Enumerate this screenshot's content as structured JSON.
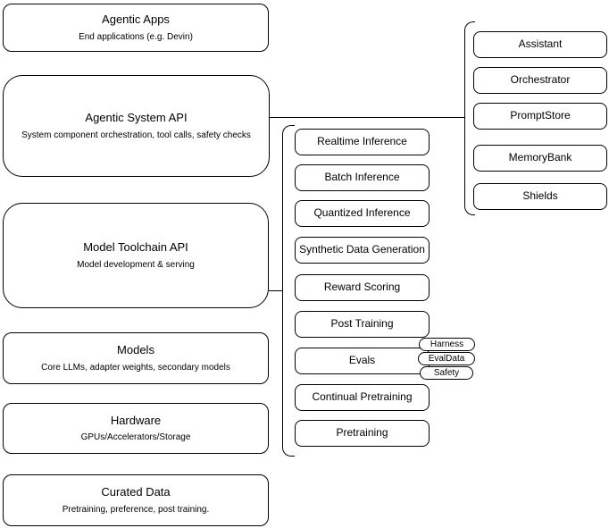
{
  "diagram": {
    "layers": [
      {
        "title": "Agentic Apps",
        "subtitle": "End applications (e.g. Devin)"
      },
      {
        "title": "Agentic System API",
        "subtitle": "System component orchestration, tool calls, safety checks"
      },
      {
        "title": "Model Toolchain API",
        "subtitle": "Model development & serving"
      },
      {
        "title": "Models",
        "subtitle": "Core LLMs, adapter weights, secondary models"
      },
      {
        "title": "Hardware",
        "subtitle": "GPUs/Accelerators/Storage"
      },
      {
        "title": "Curated Data",
        "subtitle": "Pretraining, preference, post training."
      }
    ],
    "toolchain": {
      "items": [
        {
          "label": "Realtime Inference"
        },
        {
          "label": "Batch Inference"
        },
        {
          "label": "Quantized Inference"
        },
        {
          "label": "Synthetic Data Generation"
        },
        {
          "label": "Reward Scoring"
        },
        {
          "label": "Post Training"
        },
        {
          "label": "Evals"
        },
        {
          "label": "Continual Pretraining"
        },
        {
          "label": "Pretraining"
        }
      ]
    },
    "eval_tags": [
      {
        "label": "Harness"
      },
      {
        "label": "EvalData"
      },
      {
        "label": "Safety"
      }
    ],
    "system": {
      "items": [
        {
          "label": "Assistant"
        },
        {
          "label": "Orchestrator"
        },
        {
          "label": "PromptStore"
        },
        {
          "label": "MemoryBank"
        },
        {
          "label": "Shields"
        }
      ]
    },
    "colors": {
      "border": "#000000",
      "background": "#ffffff",
      "text": "#000000"
    }
  }
}
